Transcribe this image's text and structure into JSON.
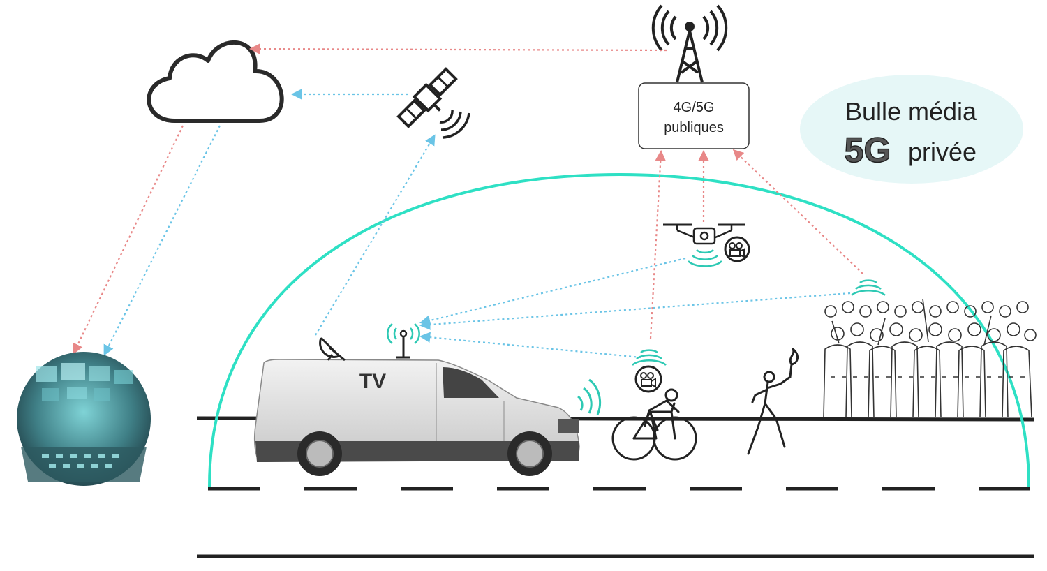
{
  "diagram": {
    "network_box": {
      "line1": "4G/5G",
      "line2": "publiques"
    },
    "bubble_label": {
      "line1": "Bulle média",
      "big": "5G",
      "rest": "privée"
    },
    "van_label": "TV",
    "icons": [
      "cloud-icon",
      "satellite-icon",
      "cell-tower-icon",
      "drone-icon",
      "camera-icon",
      "wifi-icon",
      "satellite-dish-icon",
      "antenna-icon",
      "van-icon",
      "cyclist-icon",
      "runner-icon",
      "crowd-icon",
      "control-room-icon"
    ],
    "colors": {
      "bubble_arc": "#2ee0c4",
      "red_link": "#e88888",
      "blue_link": "#6ac4e6",
      "wifi": "#2ec9b4",
      "road": "#222222",
      "bubble_fill": "#e6f7f7"
    }
  }
}
